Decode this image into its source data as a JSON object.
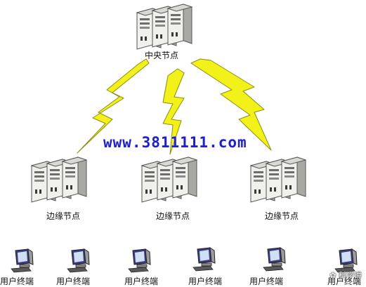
{
  "central": {
    "label": "中央节点"
  },
  "edges": [
    {
      "label": "边缘节点"
    },
    {
      "label": "边缘节点"
    },
    {
      "label": "边缘节点"
    }
  ],
  "terminals": [
    {
      "label": "用户终端"
    },
    {
      "label": "用户终端"
    },
    {
      "label": "用户终端"
    },
    {
      "label": "用户终端"
    },
    {
      "label": "用户终端"
    },
    {
      "label": "用户终端"
    }
  ],
  "watermark": {
    "text": "科学讲"
  },
  "url": "www.3811111.com",
  "colors": {
    "lightning_fill": "#f2f21a",
    "lightning_stroke": "#8c8c10",
    "url_text": "#2020c8",
    "server_body": "#e6e6e2",
    "server_shade": "#a9a9a4"
  },
  "icons": {
    "server": "server-rack-icon",
    "link": "lightning-link-icon",
    "terminal": "computer-terminal-icon"
  }
}
